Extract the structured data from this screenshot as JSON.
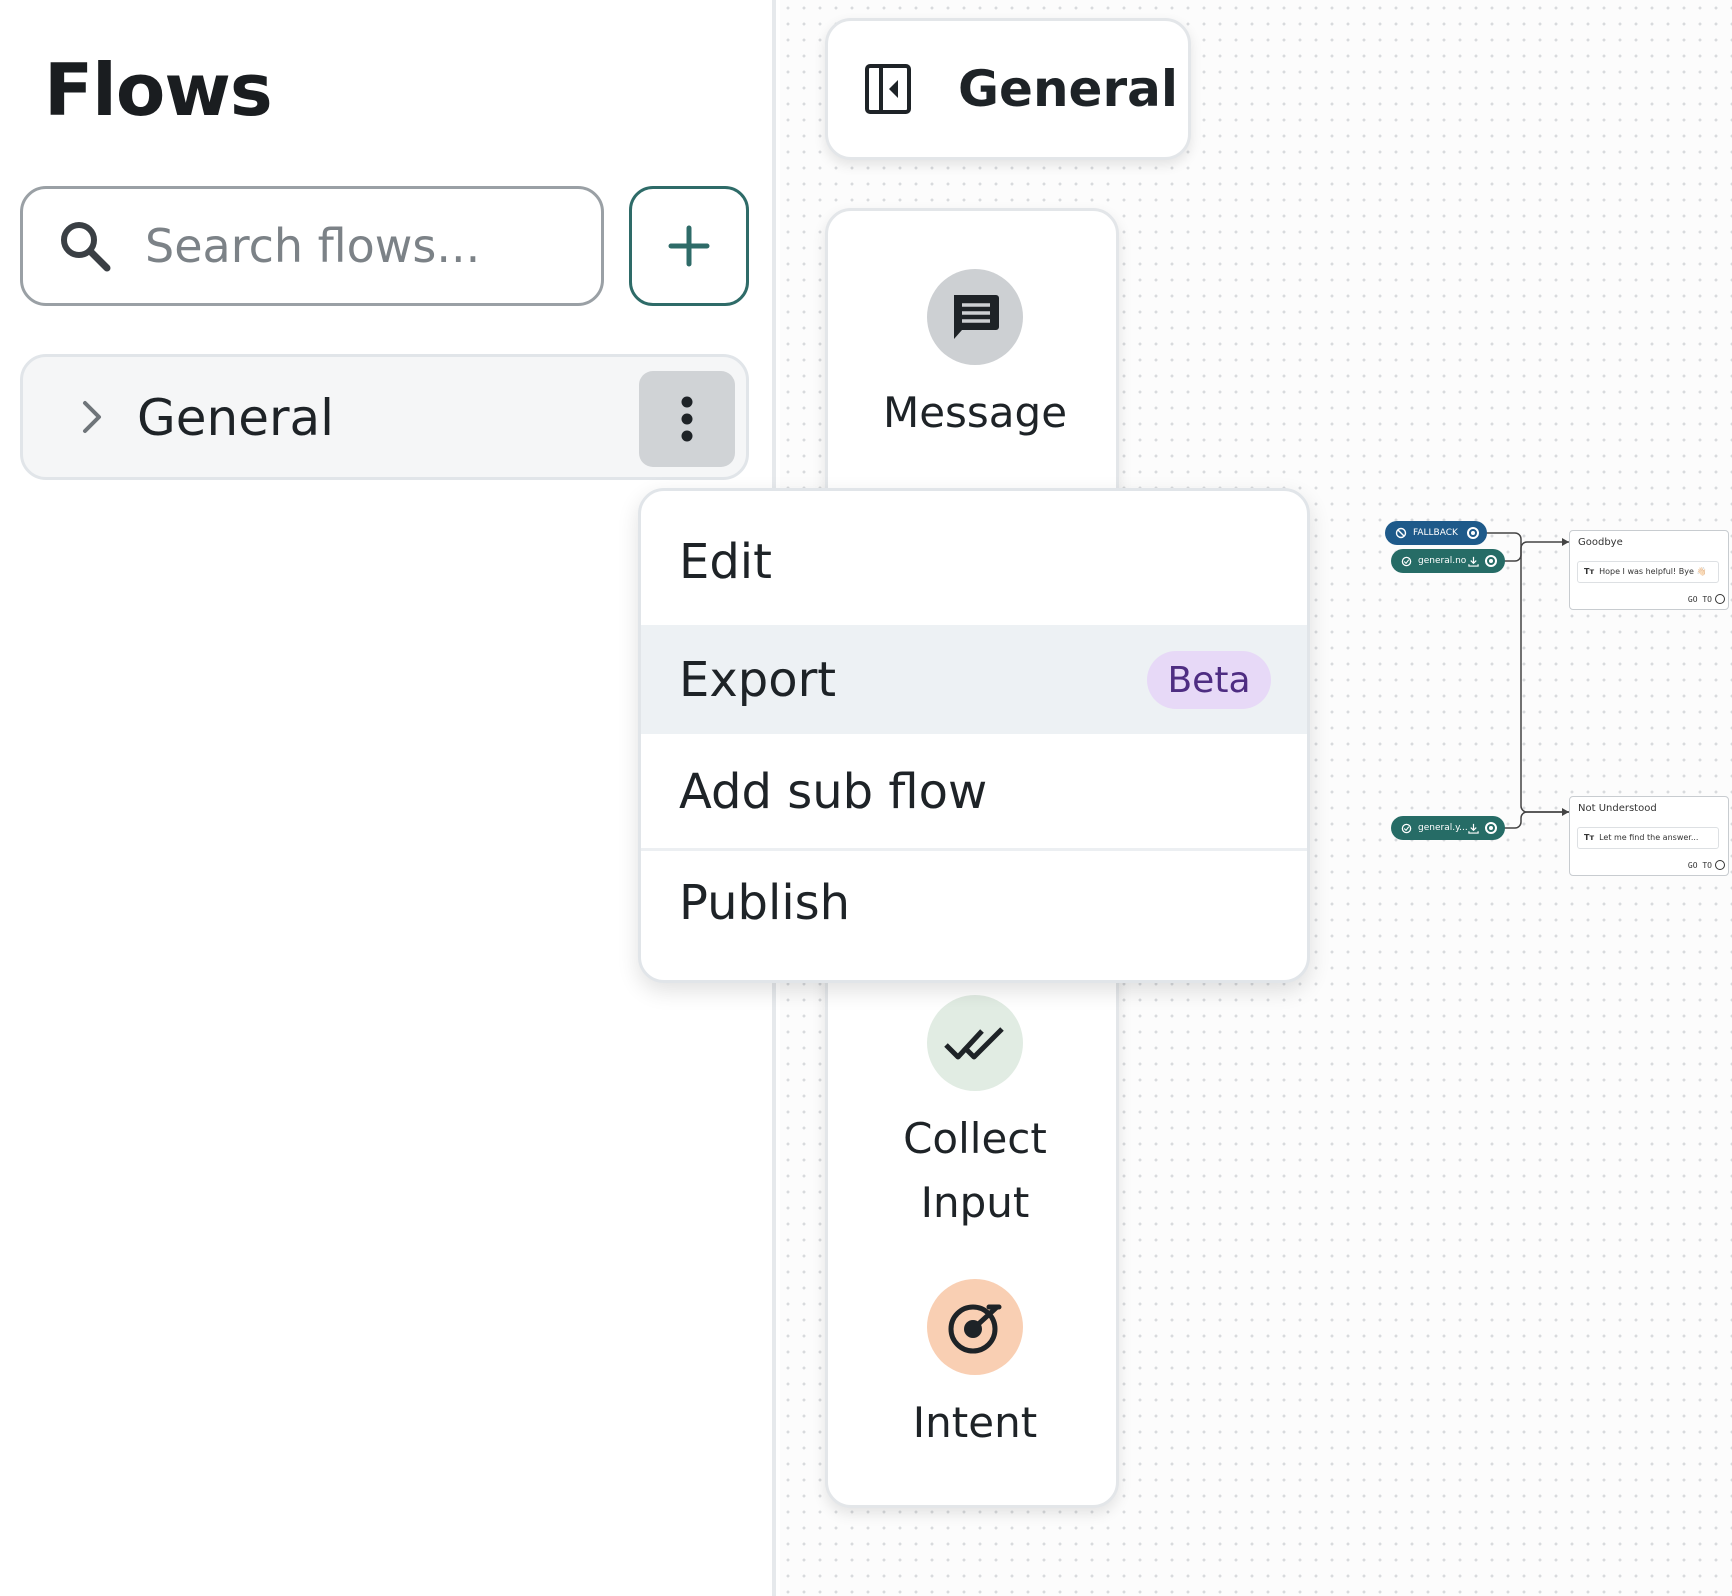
{
  "sidebar": {
    "title": "Flows",
    "search": {
      "placeholder": "Search flows...",
      "value": ""
    },
    "add_button_icon": "plus-icon",
    "flows": [
      {
        "label": "General",
        "icon": "chevron-right-icon",
        "actions_icon": "more-vertical-icon"
      }
    ]
  },
  "canvas": {
    "header": {
      "title": "General",
      "icon": "panel-collapse-icon"
    },
    "palette": [
      {
        "label": "Message",
        "icon": "message-icon"
      },
      {
        "label": "Collect Input",
        "icon": "double-check-icon"
      },
      {
        "label": "Intent",
        "icon": "target-icon"
      }
    ],
    "graph": {
      "tags": [
        {
          "label": "FALLBACK",
          "color": "#1e5a8a"
        },
        {
          "label": "general.no",
          "color": "#266c66"
        },
        {
          "label": "general.y...",
          "color": "#266c66"
        }
      ],
      "nodes": [
        {
          "title": "Goodbye",
          "message": "Hope I was helpful! Bye 👋🏻",
          "goto": "GO TO"
        },
        {
          "title": "Not Understood",
          "message": "Let me find the answer...",
          "goto": "GO TO"
        }
      ]
    }
  },
  "context_menu": {
    "items": [
      {
        "label": "Edit"
      },
      {
        "label": "Export",
        "badge": "Beta",
        "highlighted": true
      },
      {
        "label": "Add sub flow"
      },
      {
        "label": "Publish"
      }
    ]
  },
  "colors": {
    "accent": "#2e6b68",
    "fallback_tag": "#1e5a8a",
    "intent_tag": "#266c66",
    "beta_badge_bg": "#e7d9f7",
    "beta_badge_text": "#4e2d82"
  }
}
